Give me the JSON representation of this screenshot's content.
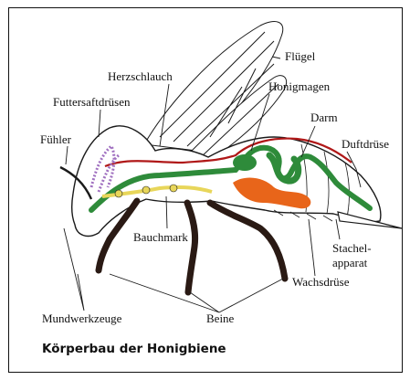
{
  "labels": {
    "fluegel": "Flügel",
    "herzschlauch": "Herzschlauch",
    "honigmagen": "Honigmagen",
    "futtersaftdruesen": "Futtersaftdrüsen",
    "darm": "Darm",
    "fuehler": "Fühler",
    "duftdruese": "Duftdrüse",
    "bauchmark": "Bauchmark",
    "stachel_line1": "Stachel-",
    "stachel_line2": "apparat",
    "wachsdruese": "Wachsdrüse",
    "mundwerkzeuge": "Mundwerkzeuge",
    "beine": "Beine"
  },
  "caption": "Körperbau der Honigbiene",
  "colors": {
    "gut_green": "#2e8b3a",
    "heart_red": "#b01818",
    "gland_orange": "#e8651a",
    "nerve_yellow": "#e8d65a",
    "salivary_purple": "#a070c0",
    "legs_dark": "#2a1a14",
    "outline": "#1a1a1a"
  }
}
